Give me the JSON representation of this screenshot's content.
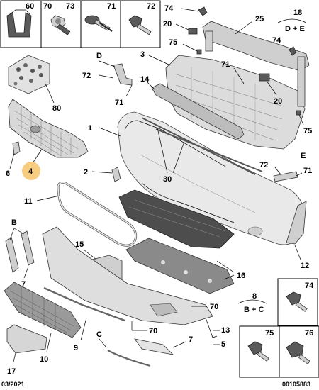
{
  "callouts": {
    "p1": "1",
    "p2": "2",
    "p3": "3",
    "p4": "4",
    "p5": "5",
    "p6": "6",
    "p7a": "7",
    "p7b": "7",
    "p8": "8",
    "p9": "9",
    "p10": "10",
    "p11": "11",
    "p12": "12",
    "p13": "13",
    "p14": "14",
    "p15": "15",
    "p16": "16",
    "p17": "17",
    "p18": "18",
    "p20a": "20",
    "p20b": "20",
    "p25": "25",
    "p30": "30",
    "p70a": "70",
    "p70b": "70",
    "p71a": "71",
    "p71b": "71",
    "p71c": "71",
    "p72a": "72",
    "p72b": "72",
    "p74a": "74",
    "p74b": "74",
    "p75a": "75",
    "p75b": "75",
    "p80": "80",
    "pB": "B",
    "pC": "C",
    "pD": "D",
    "pE": "E"
  },
  "group_labels": {
    "g18": "D + E",
    "g8": "B + C"
  },
  "header_boxes": [
    "60",
    "70",
    "73",
    "71",
    "72"
  ],
  "footer_boxes": [
    "74",
    "75",
    "76"
  ],
  "footer": {
    "date": "03/2021",
    "ref": "00105883"
  }
}
